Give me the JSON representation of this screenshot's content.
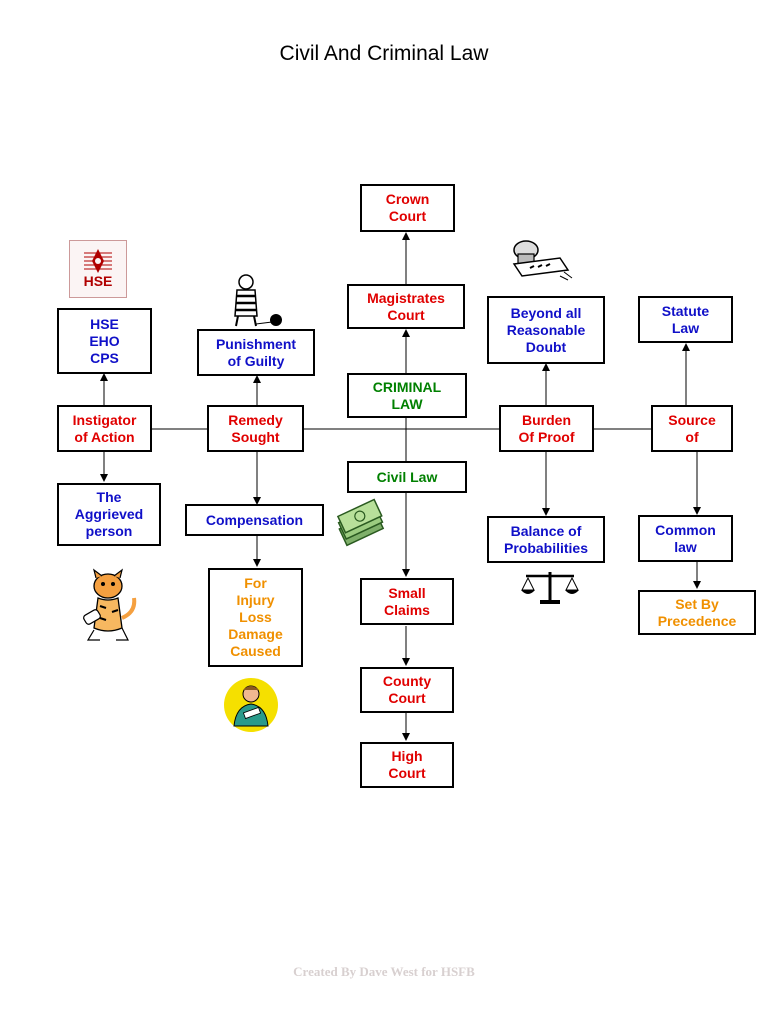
{
  "title": "Civil And Criminal Law",
  "footer": "Created By Dave West for HSFB",
  "hse_logo_text": "HSE",
  "colors": {
    "red": "#e00000",
    "blue": "#1010c8",
    "green": "#008000",
    "orange": "#f09000"
  },
  "nodes": {
    "crown_court": [
      "Crown",
      "Court"
    ],
    "magistrates_court": [
      "Magistrates",
      "Court"
    ],
    "criminal_law": [
      "CRIMINAL",
      "LAW"
    ],
    "civil_law": [
      "Civil Law"
    ],
    "small_claims": [
      "Small",
      "Claims"
    ],
    "county_court": [
      "County",
      "Court"
    ],
    "high_court": [
      "High",
      "Court"
    ],
    "hse_eho_cps": [
      "HSE",
      "EHO",
      "CPS"
    ],
    "instigator_of_action": [
      "Instigator",
      "of Action"
    ],
    "the_aggrieved_person": [
      "The",
      "Aggrieved",
      "person"
    ],
    "punishment_of_guilty": [
      "Punishment",
      "of Guilty"
    ],
    "remedy_sought": [
      "Remedy",
      "Sought"
    ],
    "compensation": [
      "Compensation"
    ],
    "for_injury_loss_damage": [
      "For",
      "Injury",
      "Loss",
      "Damage",
      "Caused"
    ],
    "beyond_reasonable_doubt": [
      "Beyond all",
      "Reasonable",
      "Doubt"
    ],
    "burden_of_proof": [
      "Burden",
      "Of Proof"
    ],
    "balance_of_probabilities": [
      "Balance of",
      "Probabilities"
    ],
    "statute_law": [
      "Statute",
      "Law"
    ],
    "source_of": [
      "Source",
      "of"
    ],
    "common_law": [
      "Common",
      "law"
    ],
    "set_by_precedence": [
      "Set By",
      "Precedence"
    ]
  }
}
